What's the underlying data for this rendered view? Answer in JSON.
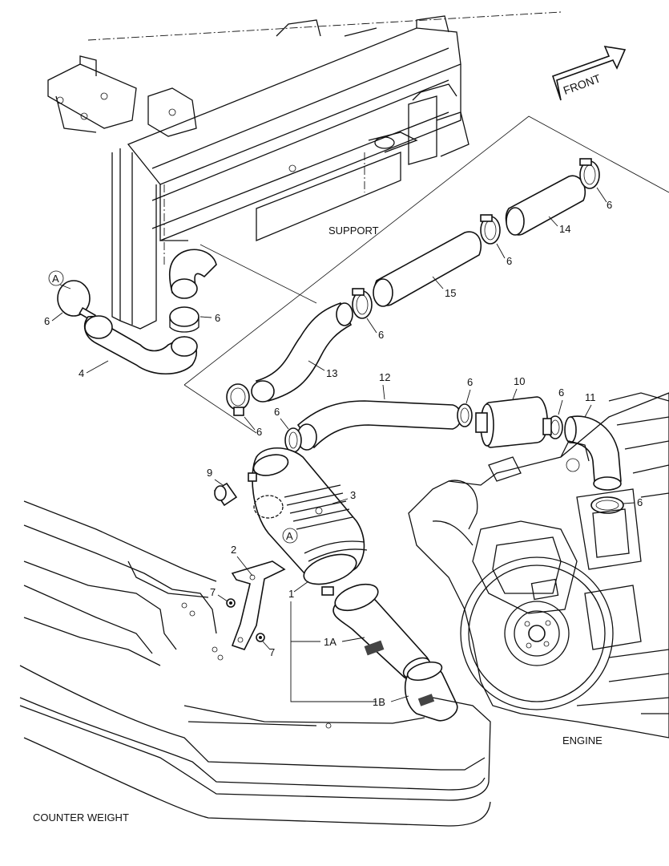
{
  "diagram": {
    "areas": {
      "support": "SUPPORT",
      "engine": "ENGINE",
      "counter_weight": "COUNTER WEIGHT",
      "front": "FRONT"
    },
    "callouts": {
      "c1": "1",
      "c1a": "1A",
      "c1b": "1B",
      "c2": "2",
      "c3": "3",
      "c4": "4",
      "c6_a": "6",
      "c6_b": "6",
      "c6_c": "6",
      "c6_d": "6",
      "c6_e": "6",
      "c6_f": "6",
      "c6_g": "6",
      "c6_h": "6",
      "c6_i": "6",
      "c6_j": "6",
      "c7_a": "7",
      "c7_b": "7",
      "c9": "9",
      "c10": "10",
      "c11": "11",
      "c12": "12",
      "c13": "13",
      "c14": "14",
      "c15": "15",
      "ref_a_top": "A",
      "ref_a_filter": "A"
    }
  }
}
